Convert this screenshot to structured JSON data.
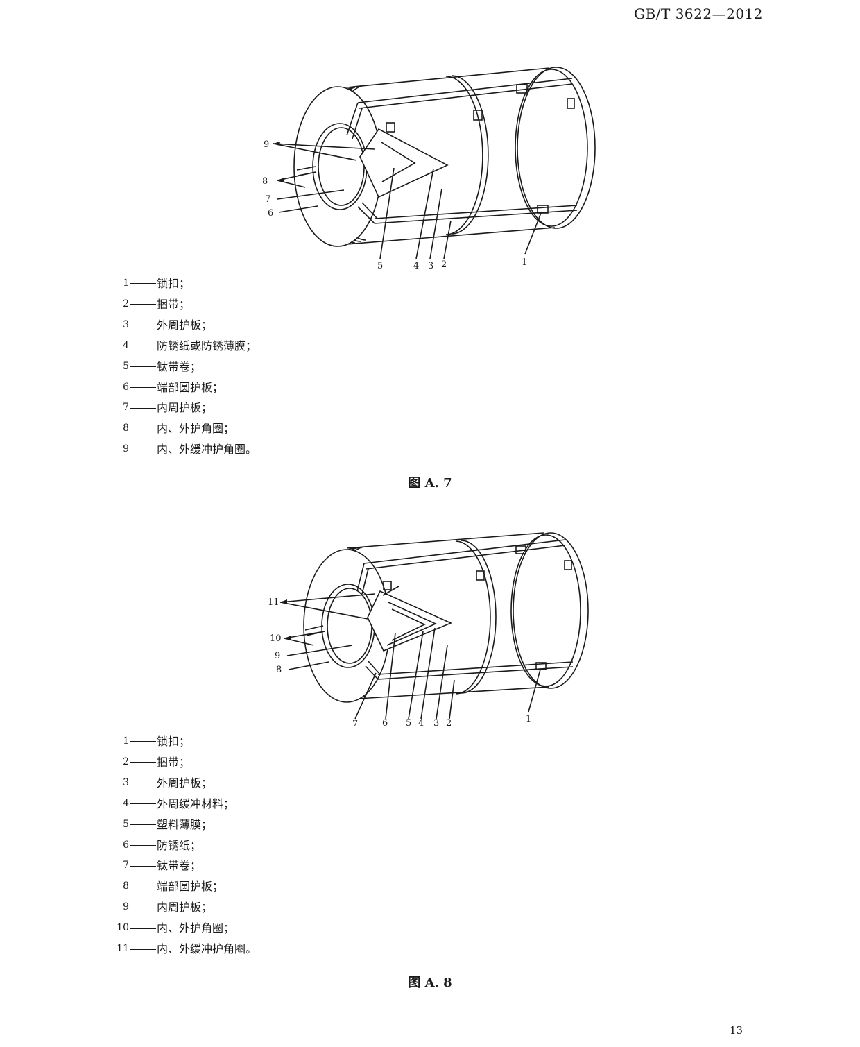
{
  "header": {
    "standard_code": "GB/T 3622—2012"
  },
  "figure_a7": {
    "callouts": [
      "9",
      "8",
      "7",
      "6",
      "5",
      "4",
      "3",
      "2",
      "1"
    ],
    "legend": [
      {
        "num": "1",
        "text": "锁扣；"
      },
      {
        "num": "2",
        "text": "捆带；"
      },
      {
        "num": "3",
        "text": "外周护板；"
      },
      {
        "num": "4",
        "text": "防锈纸或防锈薄膜；"
      },
      {
        "num": "5",
        "text": "钛带卷；"
      },
      {
        "num": "6",
        "text": "端部圆护板；"
      },
      {
        "num": "7",
        "text": "内周护板；"
      },
      {
        "num": "8",
        "text": "内、外护角圈；"
      },
      {
        "num": "9",
        "text": "内、外缓冲护角圈。"
      }
    ],
    "caption": "图 A. 7"
  },
  "figure_a8": {
    "callouts": [
      "11",
      "10",
      "9",
      "8",
      "7",
      "6",
      "5",
      "4",
      "3",
      "2",
      "1"
    ],
    "legend": [
      {
        "num": "1",
        "text": "锁扣；"
      },
      {
        "num": "2",
        "text": "捆带；"
      },
      {
        "num": "3",
        "text": "外周护板；"
      },
      {
        "num": "4",
        "text": "外周缓冲材料；"
      },
      {
        "num": "5",
        "text": "塑料薄膜；"
      },
      {
        "num": "6",
        "text": "防锈纸；"
      },
      {
        "num": "7",
        "text": "钛带卷；"
      },
      {
        "num": "8",
        "text": "端部圆护板；"
      },
      {
        "num": "9",
        "text": "内周护板；"
      },
      {
        "num": "10",
        "text": "内、外护角圈；"
      },
      {
        "num": "11",
        "text": "内、外缓冲护角圈。"
      }
    ],
    "caption": "图 A. 8"
  },
  "page_number": "13"
}
